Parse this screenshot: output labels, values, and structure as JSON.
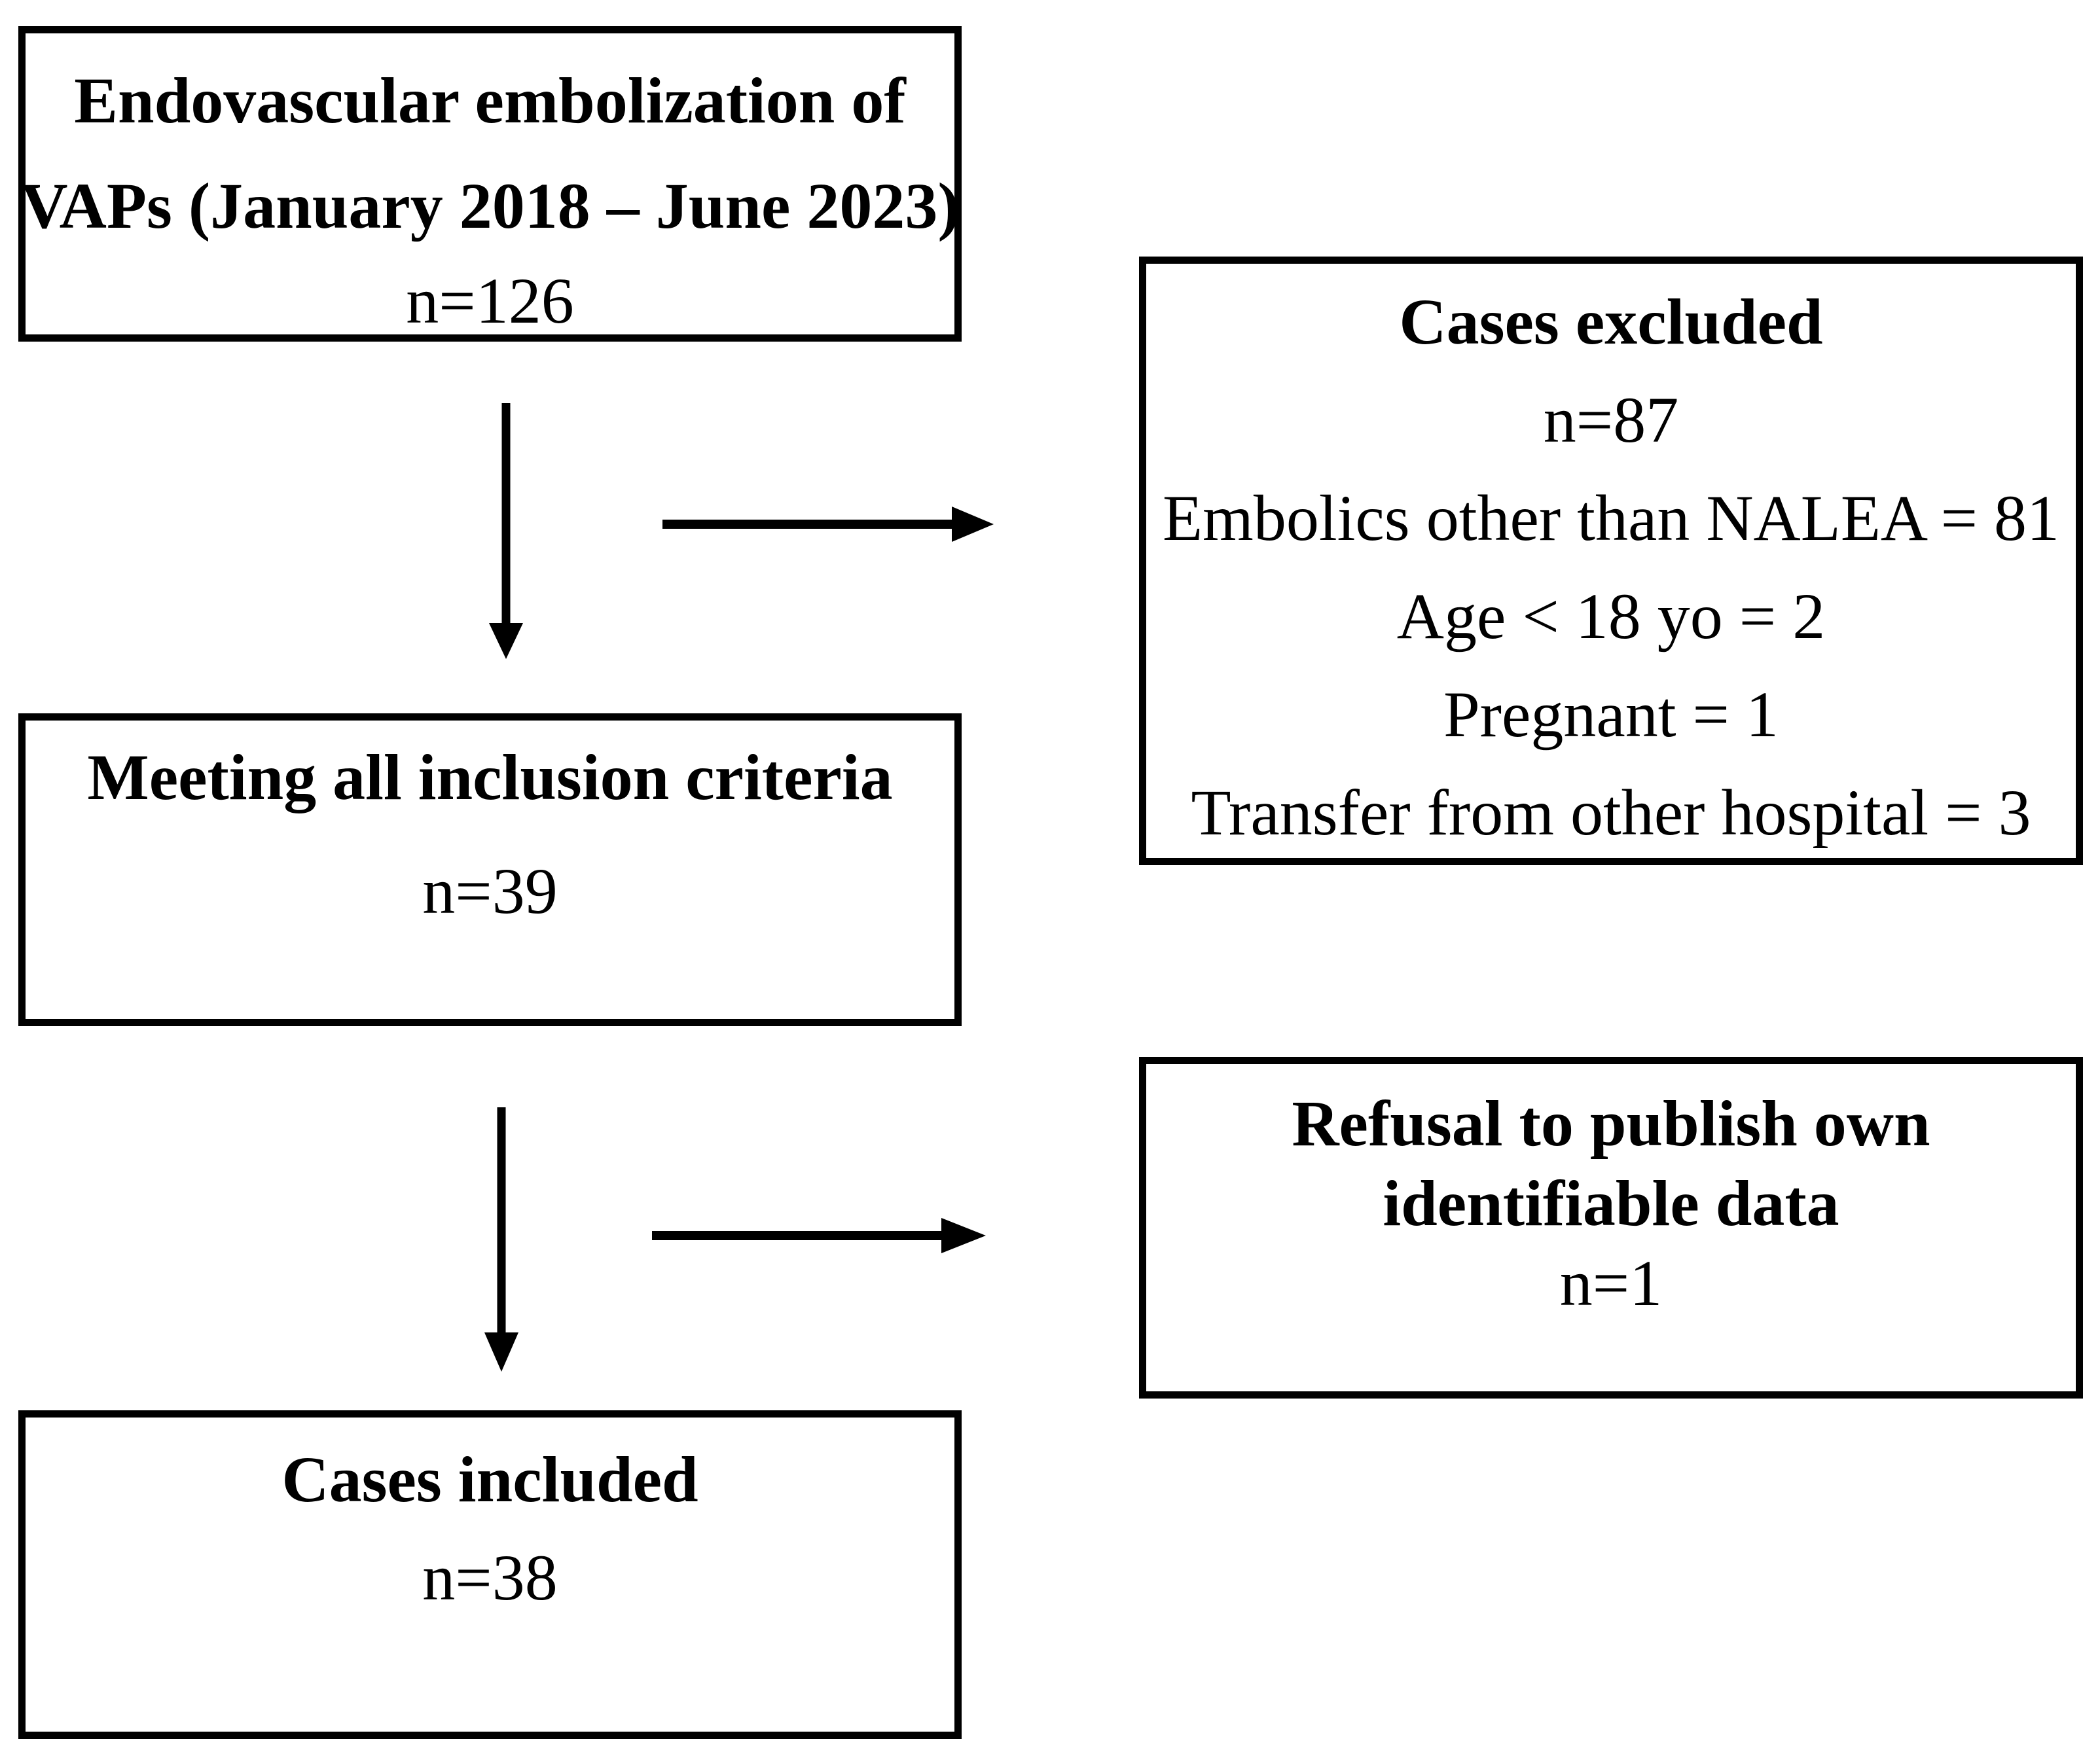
{
  "flow": {
    "box_source": {
      "title_line1": "Endovascular embolization of",
      "title_line2": "VAPs (January 2018 – June 2023)",
      "count": "n=126"
    },
    "box_excluded": {
      "title": "Cases excluded",
      "count": "n=87",
      "reason1": "Embolics other than NALEA = 81",
      "reason2": "Age < 18 yo = 2",
      "reason3": "Pregnant = 1",
      "reason4": "Transfer from other hospital = 3"
    },
    "box_inclusion": {
      "title": "Meeting all inclusion criteria",
      "count": "n=39"
    },
    "box_refusal": {
      "title_line1": "Refusal to publish own",
      "title_line2": "identifiable data",
      "count": "n=1"
    },
    "box_included": {
      "title": "Cases included",
      "count": "n=38"
    },
    "colors": {
      "border": "#000000",
      "text": "#000000",
      "arrow": "#000000",
      "background": "#ffffff"
    }
  }
}
